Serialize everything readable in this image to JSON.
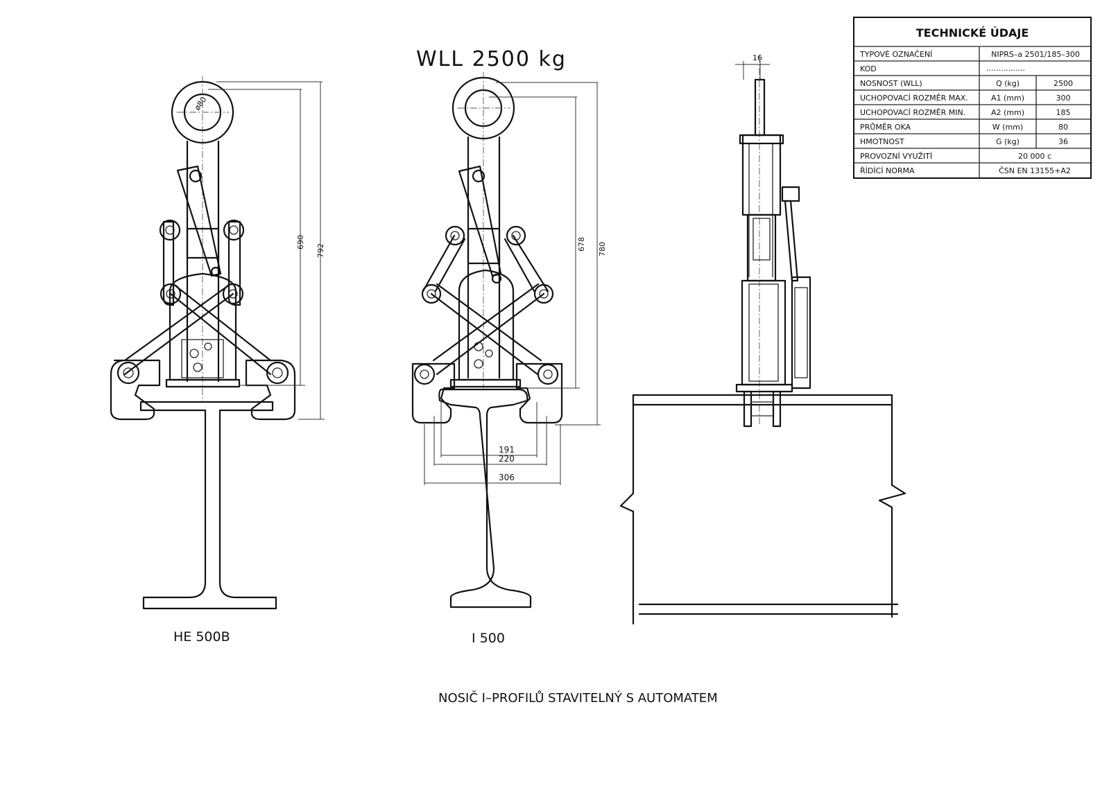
{
  "title": "WLL 2500 kg",
  "caption": "NOSIČ I–PROFILŮ STAVITELNÝ S AUTOMATEM",
  "views": {
    "left": {
      "profile_label": "HE 500B",
      "eye_diameter": "ø80",
      "dim_inner": "690",
      "dim_outer": "792"
    },
    "middle": {
      "profile_label": "I 500",
      "dim_inner": "678",
      "dim_outer": "780",
      "width_1": "191",
      "width_2": "220",
      "width_3": "306"
    },
    "side": {
      "thickness": "16"
    }
  },
  "table": {
    "header": "TECHNICKÉ ÚDAJE",
    "rows": [
      {
        "label": "TYPOVÉ OZNAČENÍ",
        "unit": "",
        "value": "NIPRS–a 2501/185–300",
        "merged": true
      },
      {
        "label": "KOD",
        "unit": "",
        "value": "................",
        "merged": true
      },
      {
        "label": "NOSNOST (WLL)",
        "unit": "Q (kg)",
        "value": "2500",
        "merged": false
      },
      {
        "label": "UCHOPOVACÍ ROZMĚR MAX.",
        "unit": "A1 (mm)",
        "value": "300",
        "merged": false
      },
      {
        "label": "UCHOPOVACÍ ROZMĚR MIN.",
        "unit": "A2 (mm)",
        "value": "185",
        "merged": false
      },
      {
        "label": "PRŮMĚR OKA",
        "unit": "W (mm)",
        "value": "80",
        "merged": false
      },
      {
        "label": "HMOTNOST",
        "unit": "G (kg)",
        "value": "36",
        "merged": false
      },
      {
        "label": "PROVOZNÍ VYUŽITÍ",
        "unit": "",
        "value": "20 000 c",
        "merged": true
      },
      {
        "label": "ŘÍDÍCÍ NORMA",
        "unit": "",
        "value": "ČSN EN 13155+A2",
        "merged": true
      }
    ]
  }
}
